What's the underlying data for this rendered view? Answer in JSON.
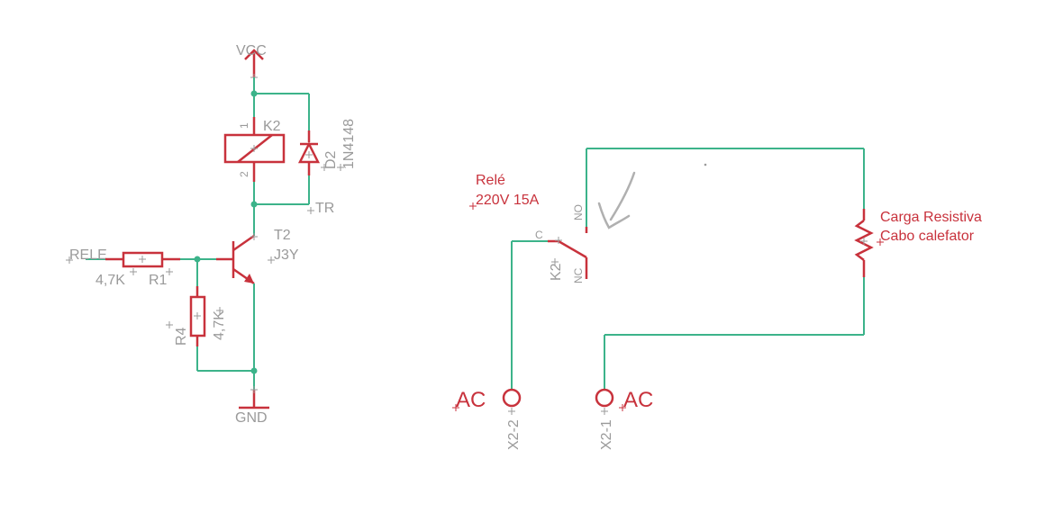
{
  "nets": {
    "vcc": "VCC",
    "gnd": "GND",
    "rele_signal": "RELE",
    "tr": "TR"
  },
  "relay_coil": {
    "name": "K2",
    "pin1": "1",
    "pin2": "2"
  },
  "diode": {
    "name": "D2",
    "value": "1N4148"
  },
  "transistor": {
    "name": "T2",
    "value": "J3Y"
  },
  "resistors": {
    "r1": {
      "name": "R1",
      "value": "4,7K"
    },
    "r4": {
      "name": "R4",
      "value": "4,7K"
    }
  },
  "relay_contact": {
    "name": "K2",
    "label_line1": "Relé",
    "label_line2": "220V 15A",
    "pin_c": "C",
    "pin_no": "NO",
    "pin_nc": "NC"
  },
  "load": {
    "line1": "Carga Resistiva",
    "line2": "Cabo calefator"
  },
  "terminals": {
    "x2_2": {
      "name": "X2-2",
      "value": "AC"
    },
    "x2_1": {
      "name": "X2-1",
      "value": "AC"
    }
  },
  "colors": {
    "wire": "#3cb38a",
    "part": "#c8323c",
    "label": "#9a9a9a"
  }
}
